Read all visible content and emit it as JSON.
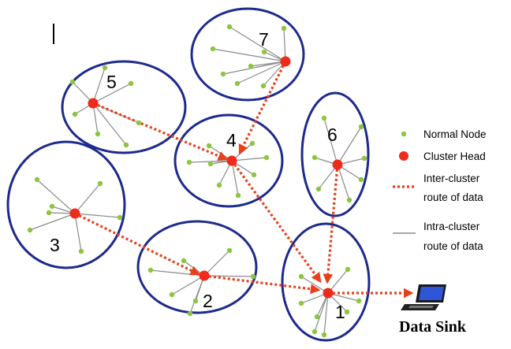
{
  "clusters": [
    {
      "label": "1"
    },
    {
      "label": "2"
    },
    {
      "label": "3"
    },
    {
      "label": "4"
    },
    {
      "label": "5"
    },
    {
      "label": "6"
    },
    {
      "label": "7"
    }
  ],
  "legend": {
    "normal_node": "Normal Node",
    "cluster_head": "Cluster Head",
    "inter_cluster_line1": "Inter-cluster",
    "inter_cluster_line2": "route of data",
    "intra_cluster_line1": "Intra-cluster",
    "intra_cluster_line2": "route of data"
  },
  "sink": {
    "label": "Data Sink",
    "icon": "laptop-icon"
  },
  "colors": {
    "cluster_boundary": "#1e2a8c",
    "normal_node": "#8cc63f",
    "cluster_head": "#ee2a1b",
    "inter_cluster_route": "#e8401c",
    "intra_cluster_route": "#8a8a8a"
  }
}
